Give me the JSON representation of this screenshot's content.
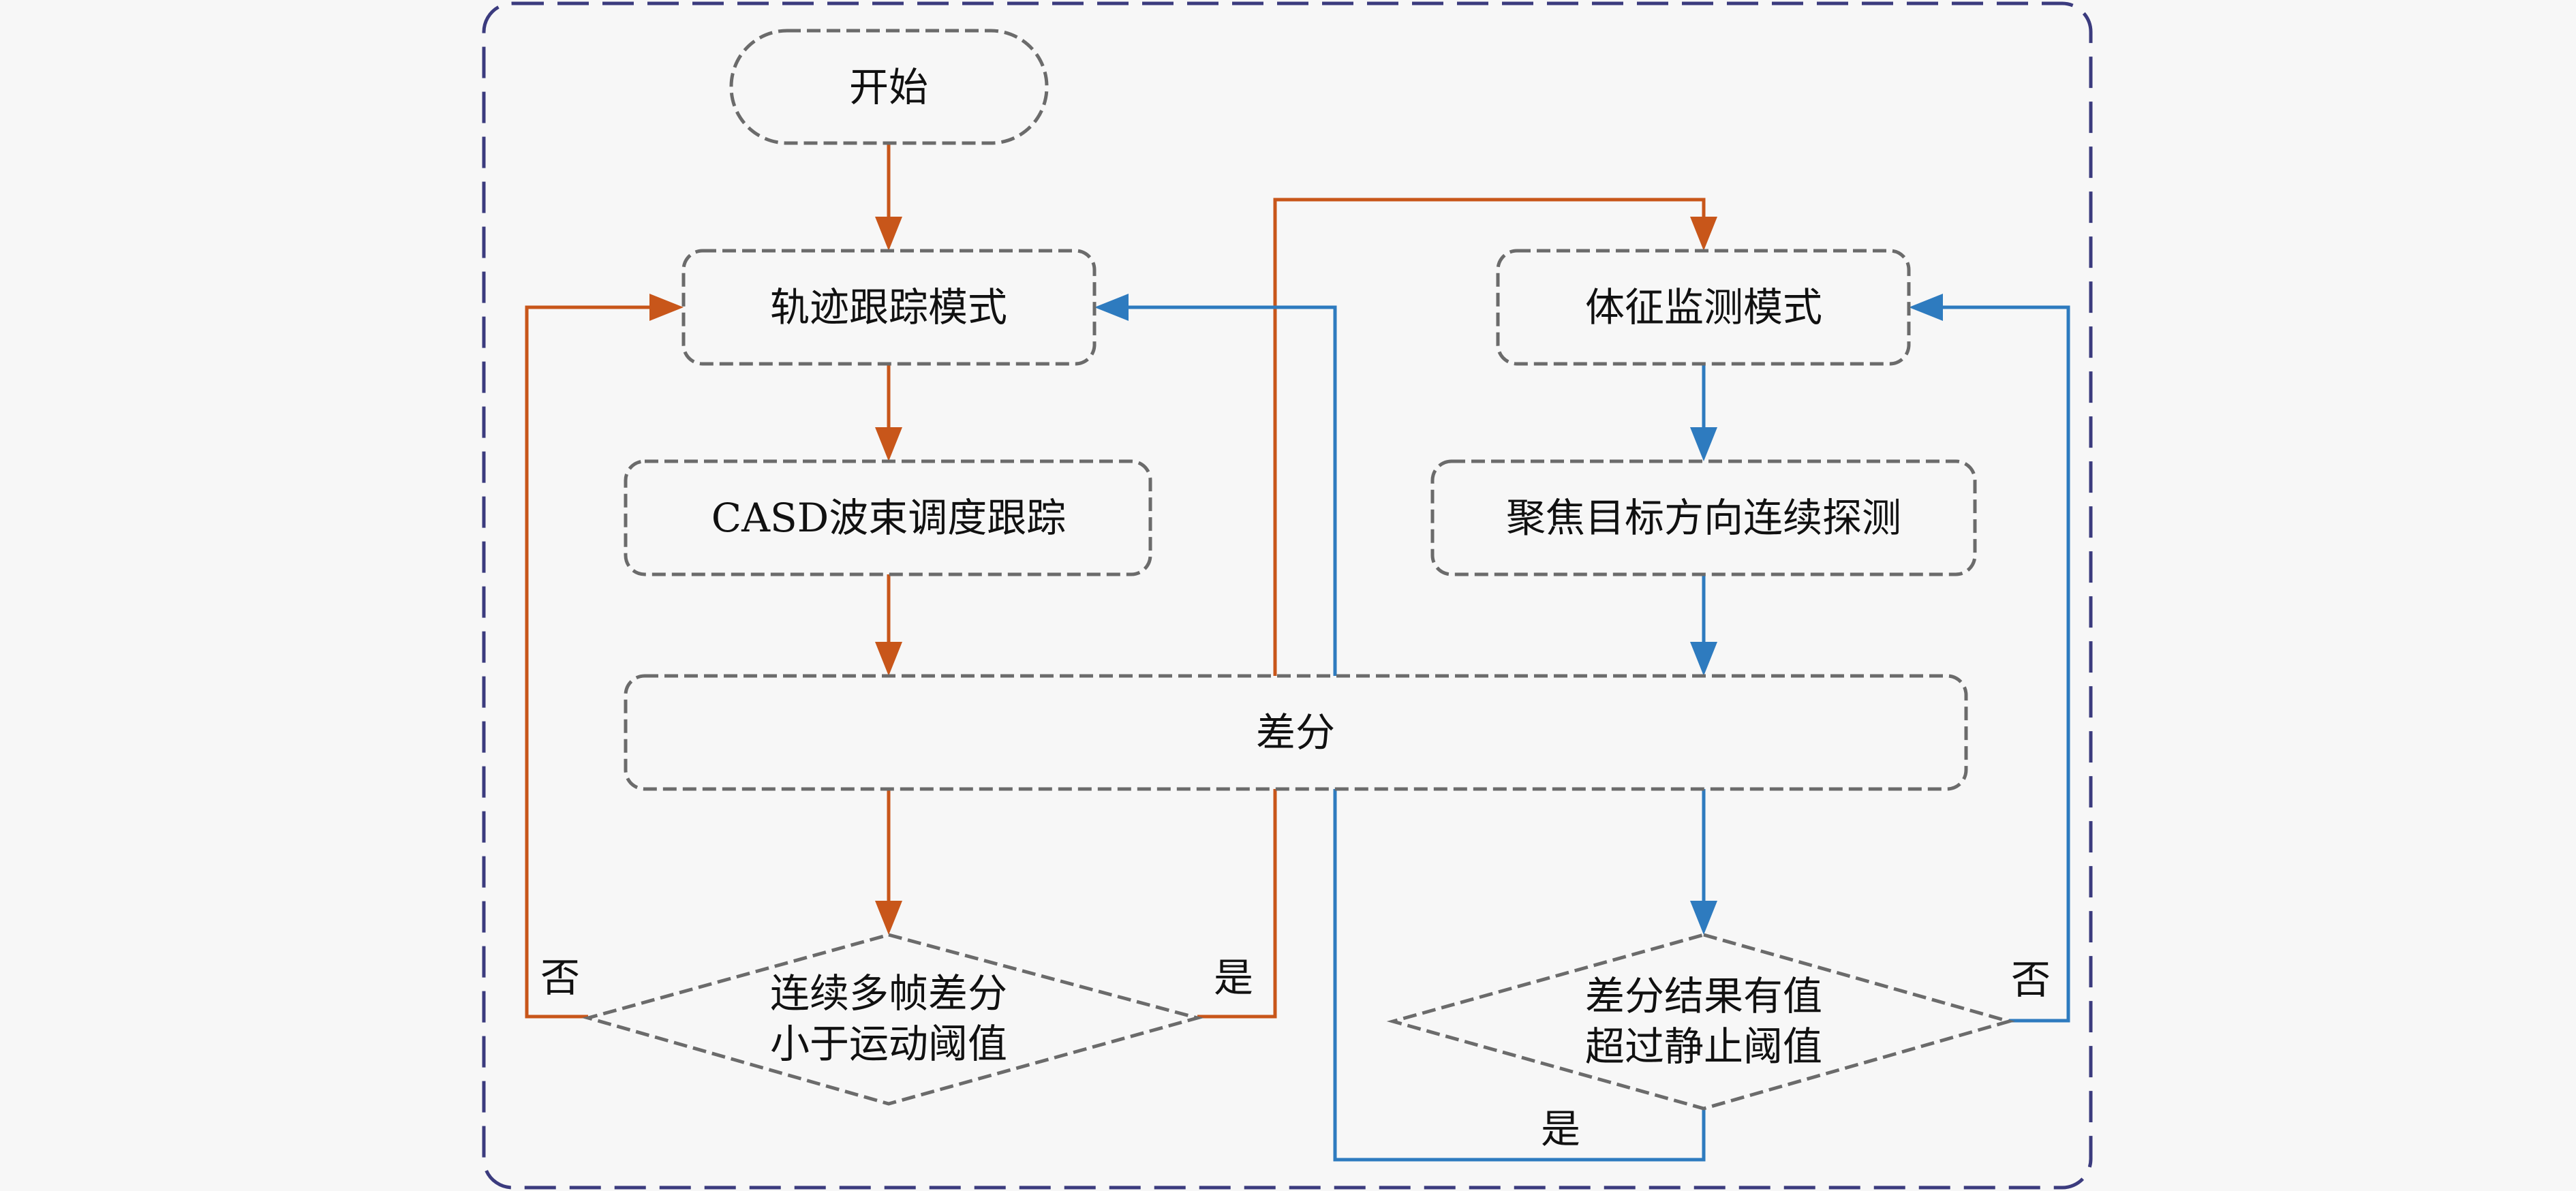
{
  "diagram": {
    "type": "flowchart",
    "colors": {
      "background": "#f7f7f7",
      "frame": "#3b3b7e",
      "node_border": "#6b6b6b",
      "tracking_path": "#c8561a",
      "monitoring_path": "#2e7bbf",
      "text": "#111111"
    },
    "nodes": {
      "start": {
        "label": "开始",
        "shape": "terminal"
      },
      "trajectory_mode": {
        "label": "轨迹跟踪模式",
        "shape": "process"
      },
      "vital_mode": {
        "label": "体征监测模式",
        "shape": "process"
      },
      "casd": {
        "label": "CASD波束调度跟踪",
        "shape": "process"
      },
      "focus": {
        "label": "聚焦目标方向连续探测",
        "shape": "process"
      },
      "diff": {
        "label": "差分",
        "shape": "process"
      },
      "decision_motion": {
        "label_lines": [
          "连续多帧差分",
          "小于运动阈值"
        ],
        "shape": "decision"
      },
      "decision_static": {
        "label_lines": [
          "差分结果有值",
          "超过静止阈值"
        ],
        "shape": "decision"
      }
    },
    "edge_labels": {
      "motion_no": "否",
      "motion_yes": "是",
      "static_no": "否",
      "static_yes": "是"
    },
    "edges": [
      {
        "from": "start",
        "to": "trajectory_mode",
        "color": "tracking_path"
      },
      {
        "from": "trajectory_mode",
        "to": "casd",
        "color": "tracking_path"
      },
      {
        "from": "casd",
        "to": "diff",
        "color": "tracking_path"
      },
      {
        "from": "diff",
        "to": "decision_motion",
        "color": "tracking_path"
      },
      {
        "from": "decision_motion",
        "to": "trajectory_mode",
        "label": "否",
        "color": "tracking_path"
      },
      {
        "from": "decision_motion",
        "to": "vital_mode",
        "label": "是",
        "color": "tracking_path"
      },
      {
        "from": "vital_mode",
        "to": "focus",
        "color": "monitoring_path"
      },
      {
        "from": "focus",
        "to": "diff",
        "color": "monitoring_path"
      },
      {
        "from": "diff",
        "to": "decision_static",
        "color": "monitoring_path"
      },
      {
        "from": "decision_static",
        "to": "vital_mode",
        "label": "否",
        "color": "monitoring_path"
      },
      {
        "from": "decision_static",
        "to": "trajectory_mode",
        "label": "是",
        "color": "monitoring_path"
      }
    ]
  }
}
